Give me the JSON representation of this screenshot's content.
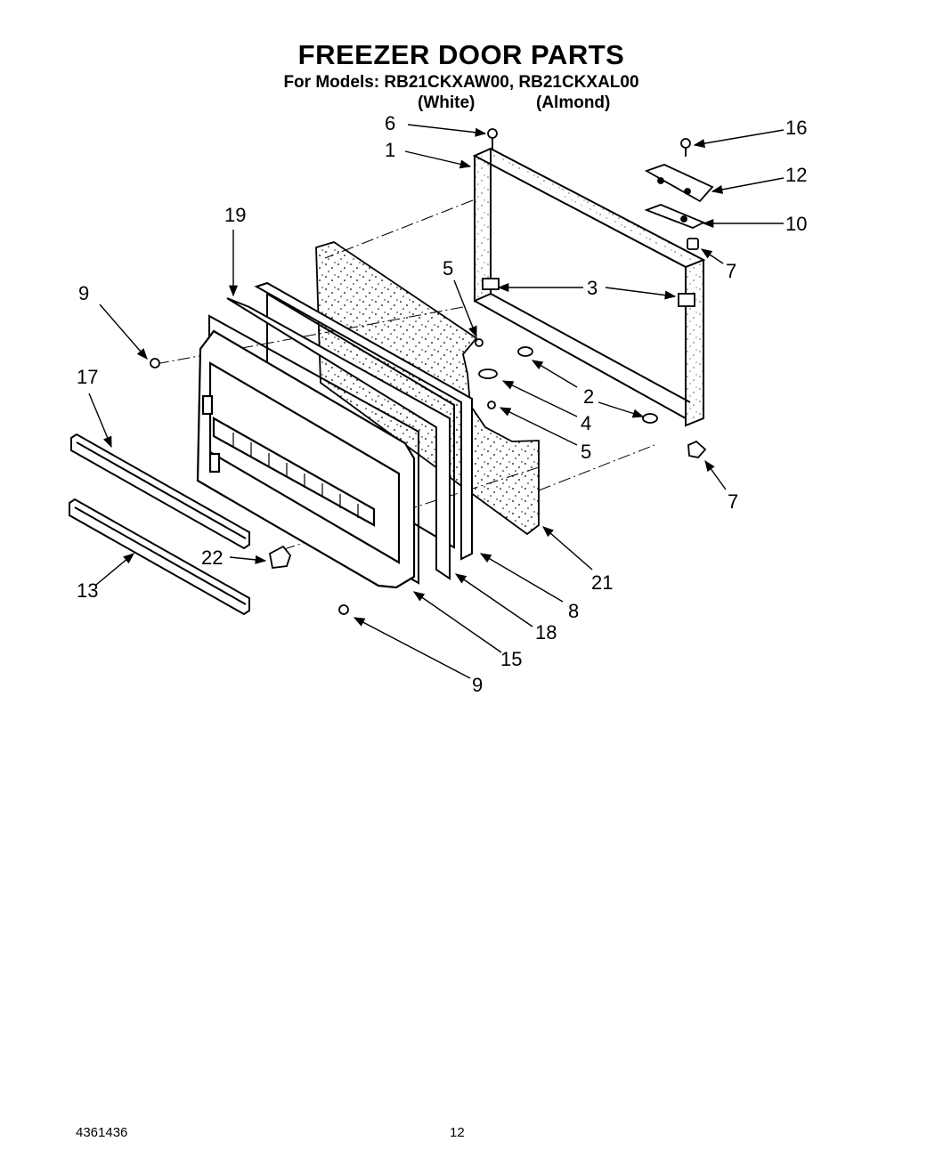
{
  "header": {
    "title": "FREEZER DOOR PARTS",
    "models": "For Models: RB21CKXAW00, RB21CKXAL00",
    "variant_white": "(White)",
    "variant_almond": "(Almond)"
  },
  "callouts": [
    {
      "id": "c6",
      "label": "6"
    },
    {
      "id": "c16",
      "label": "16"
    },
    {
      "id": "c1",
      "label": "1"
    },
    {
      "id": "c12",
      "label": "12"
    },
    {
      "id": "c19",
      "label": "19"
    },
    {
      "id": "c10",
      "label": "10"
    },
    {
      "id": "c5a",
      "label": "5"
    },
    {
      "id": "c7a",
      "label": "7"
    },
    {
      "id": "c9a",
      "label": "9"
    },
    {
      "id": "c3",
      "label": "3"
    },
    {
      "id": "c17",
      "label": "17"
    },
    {
      "id": "c2",
      "label": "2"
    },
    {
      "id": "c4",
      "label": "4"
    },
    {
      "id": "c5b",
      "label": "5"
    },
    {
      "id": "c7b",
      "label": "7"
    },
    {
      "id": "c22",
      "label": "22"
    },
    {
      "id": "c21",
      "label": "21"
    },
    {
      "id": "c13",
      "label": "13"
    },
    {
      "id": "c8",
      "label": "8"
    },
    {
      "id": "c18",
      "label": "18"
    },
    {
      "id": "c15",
      "label": "15"
    },
    {
      "id": "c9b",
      "label": "9"
    }
  ],
  "footer": {
    "doc_number": "4361436",
    "page_number": "12"
  }
}
